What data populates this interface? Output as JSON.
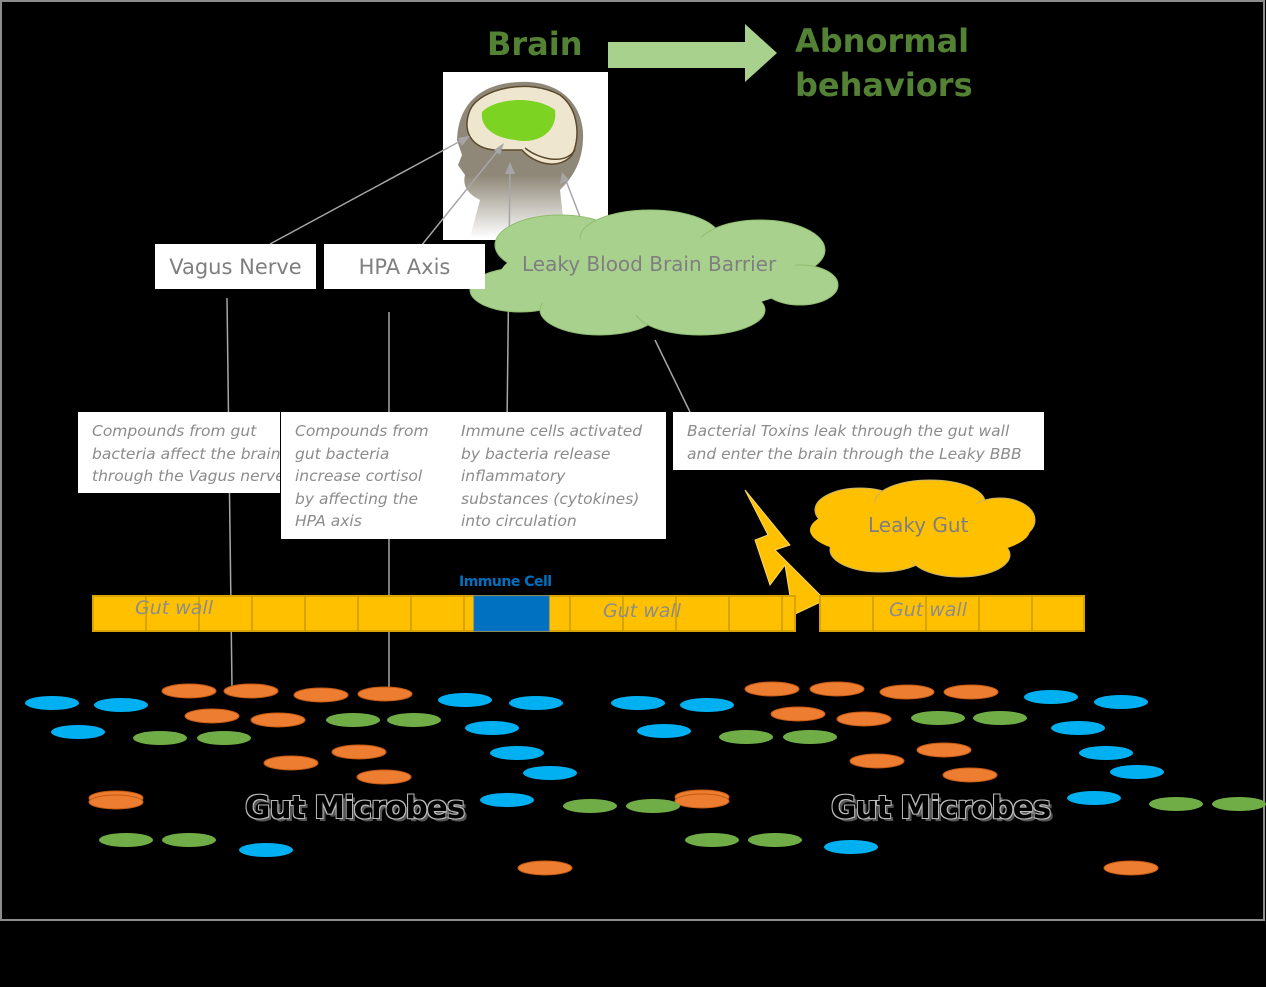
{
  "brain_title": "Brain",
  "outcome": {
    "line1": "Abnormal",
    "line2": "behaviors"
  },
  "pathways": {
    "vagus": "Vagus Nerve",
    "hpa": "HPA Axis",
    "bbb": "Leaky Blood Brain Barrier"
  },
  "descriptions": {
    "vagus": [
      "Compounds from gut",
      "bacteria affect the brain",
      "through the Vagus nerve"
    ],
    "hpa": [
      "Compounds from",
      "gut bacteria",
      "increase cortisol",
      "by affecting the",
      "HPA axis"
    ],
    "immune": [
      "Immune cells activated",
      "by bacteria release",
      "inflammatory",
      "substances (cytokines)",
      "into circulation"
    ],
    "toxins": [
      "Bacterial Toxins leak through the gut  wall",
      "and enter the brain through the Leaky BBB"
    ]
  },
  "leaky_gut": "Leaky Gut",
  "immune_cell": "Immune Cell",
  "gut_wall": [
    "Gut wall",
    "Gut wall",
    "Gut wall"
  ],
  "gut_microbes": [
    "Gut Microbes",
    "Gut Microbes"
  ],
  "colors": {
    "green_text": "#548235",
    "arrow_green": "#a9d18e",
    "cloud_green": "#a9d18e",
    "gut_wall": "#ffc000",
    "immune_cell": "#0070c0",
    "microbe_orange": "#ed7d31",
    "microbe_blue": "#00b0f0",
    "microbe_green": "#70ad47"
  }
}
